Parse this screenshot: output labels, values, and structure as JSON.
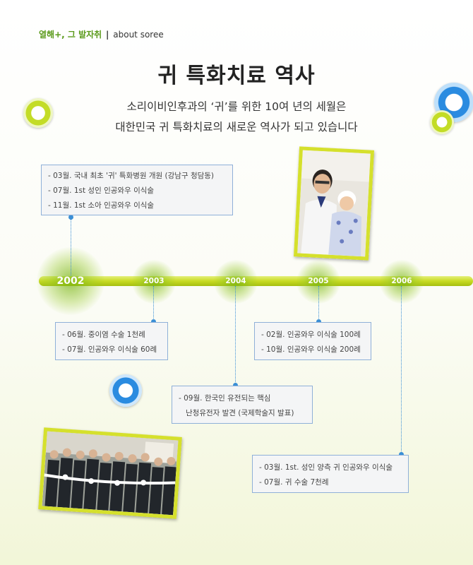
{
  "header": {
    "section": "열해+, 그 발자취",
    "separator": "|",
    "brand": "about soree"
  },
  "title": "귀 특화치료 역사",
  "subtitle_lines": [
    "소리이비인후과의 ‘귀’를 위한 10여 년의 세월은",
    "대한민국 귀 특화치료의 새로운 역사가 되고 있습니다"
  ],
  "colors": {
    "timeline": "#c8db22",
    "accent_green": "#5a9a1a",
    "box_border": "#8fb0d8",
    "connector": "#3b8fd6",
    "photo_frame": "#d5e02c"
  },
  "timeline": {
    "years": [
      "2002",
      "2003",
      "2004",
      "2005",
      "2006"
    ],
    "events": [
      {
        "year": "2002",
        "lines": [
          "- 03월. 국내 최초 '귀' 특화병원 개원 (강남구 청담동)",
          "- 07월. 1st 성인 인공와우 이식술",
          "- 11월. 1st 소아 인공와우 이식술"
        ]
      },
      {
        "year": "2003",
        "lines": [
          "- 06월. 중이염 수술 1천례",
          "- 07월. 인공와우 이식술 60례"
        ]
      },
      {
        "year": "2004",
        "lines": [
          "- 09월. 한국인 유전되는 핵심",
          "난청유전자 발견 (국제학술지 발표)"
        ]
      },
      {
        "year": "2005",
        "lines": [
          "- 02월. 인공와우 이식술 100례",
          "- 10월. 인공와우 이식술 200례"
        ]
      },
      {
        "year": "2006",
        "lines": [
          "- 03월. 1st. 성인 양측 귀 인공와우 이식술",
          "- 07월. 귀 수술 7천례"
        ]
      }
    ]
  },
  "photos": [
    {
      "name": "doctor-with-child-photo"
    },
    {
      "name": "ribbon-cutting-ceremony-photo"
    }
  ]
}
